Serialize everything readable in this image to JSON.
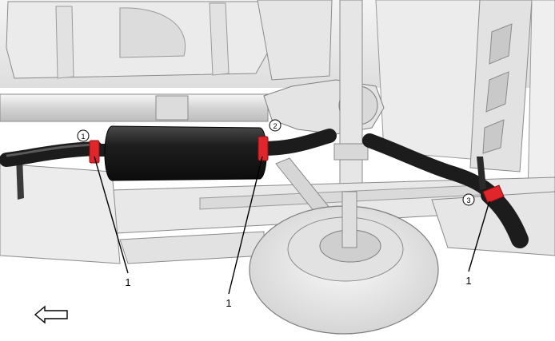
{
  "callouts": {
    "leader_label_a": "1",
    "leader_label_b": "1",
    "leader_label_c": "1",
    "circle_1": "1",
    "circle_2": "2",
    "circle_3": "3"
  },
  "colors": {
    "clamp": "#e0262b",
    "pipe": "#1c1c1c",
    "muffler": "#222222",
    "body_panel": "#ececec",
    "line_art": "#8a8a8a"
  },
  "icons": [
    "direction-arrow-icon"
  ]
}
